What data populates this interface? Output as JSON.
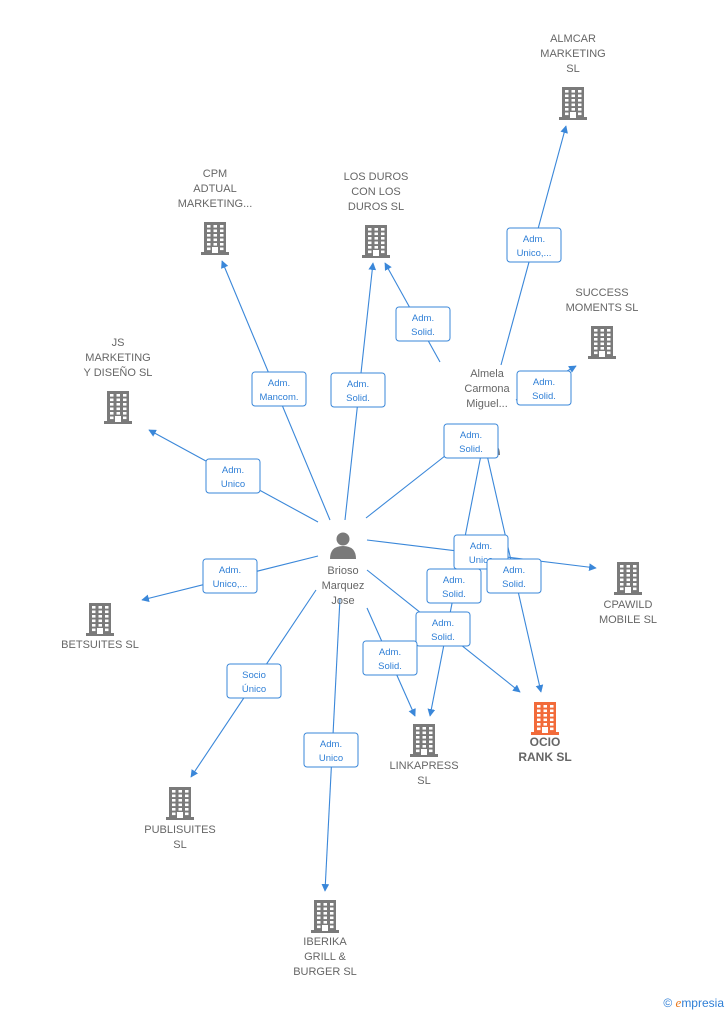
{
  "colors": {
    "edge": "#3a87d9",
    "building": "#7a7a7a",
    "building_highlight": "#f26b3a",
    "person": "#7a7a7a",
    "label": "#666666"
  },
  "footer": {
    "copyright": "©",
    "brand_e": "e",
    "brand_rest": "mpresia"
  },
  "nodes": [
    {
      "id": "almcar",
      "type": "company",
      "lines": [
        "ALMCAR",
        "MARKETING",
        "SL"
      ]
    },
    {
      "id": "cpm",
      "type": "company",
      "lines": [
        "CPM",
        "ADTUAL",
        "MARKETING..."
      ]
    },
    {
      "id": "losduros",
      "type": "company",
      "lines": [
        "LOS DUROS",
        "CON LOS",
        "DUROS  SL"
      ]
    },
    {
      "id": "success",
      "type": "company",
      "lines": [
        "SUCCESS",
        "MOMENTS  SL"
      ]
    },
    {
      "id": "js",
      "type": "company",
      "lines": [
        "JS",
        "MARKETING",
        "Y DISEÑO SL"
      ]
    },
    {
      "id": "almela",
      "type": "person",
      "lines": [
        "Almela",
        "Carmona",
        "Miguel..."
      ]
    },
    {
      "id": "brioso",
      "type": "person",
      "lines": [
        "Brioso",
        "Marquez",
        "Jose"
      ]
    },
    {
      "id": "betsuites",
      "type": "company",
      "lines": [
        "BETSUITES  SL"
      ]
    },
    {
      "id": "cpawild",
      "type": "company",
      "lines": [
        "CPAWILD",
        "MOBILE  SL"
      ]
    },
    {
      "id": "linkapress",
      "type": "company",
      "lines": [
        "LINKAPRESS",
        "SL"
      ]
    },
    {
      "id": "ocio",
      "type": "company",
      "highlight": true,
      "lines": [
        "OCIO",
        "RANK  SL"
      ]
    },
    {
      "id": "publisuites",
      "type": "company",
      "lines": [
        "PUBLISUITES",
        "SL"
      ]
    },
    {
      "id": "iberika",
      "type": "company",
      "lines": [
        "IBERIKA",
        "GRILL &",
        "BURGER  SL"
      ]
    }
  ],
  "relations": [
    {
      "id": "r1",
      "lines": [
        "Adm.",
        "Unico,..."
      ]
    },
    {
      "id": "r2",
      "lines": [
        "Adm.",
        "Solid."
      ]
    },
    {
      "id": "r3",
      "lines": [
        "Adm.",
        "Solid."
      ]
    },
    {
      "id": "r4",
      "lines": [
        "Adm.",
        "Solid."
      ]
    },
    {
      "id": "r5",
      "lines": [
        "Adm.",
        "Mancom."
      ]
    },
    {
      "id": "r6",
      "lines": [
        "Adm.",
        "Solid."
      ]
    },
    {
      "id": "r7",
      "lines": [
        "Adm.",
        "Unico"
      ]
    },
    {
      "id": "r8",
      "lines": [
        "Adm.",
        "Unico,..."
      ]
    },
    {
      "id": "r9",
      "lines": [
        "Adm.",
        "Unico"
      ]
    },
    {
      "id": "r10",
      "lines": [
        "Adm.",
        "Solid."
      ]
    },
    {
      "id": "r11",
      "lines": [
        "Adm.",
        "Solid."
      ]
    },
    {
      "id": "r12",
      "lines": [
        "Adm.",
        "Solid."
      ]
    },
    {
      "id": "r13",
      "lines": [
        "Adm.",
        "Solid."
      ]
    },
    {
      "id": "r14",
      "lines": [
        "Socio",
        "Único"
      ]
    },
    {
      "id": "r15",
      "lines": [
        "Adm.",
        "Unico"
      ]
    }
  ]
}
